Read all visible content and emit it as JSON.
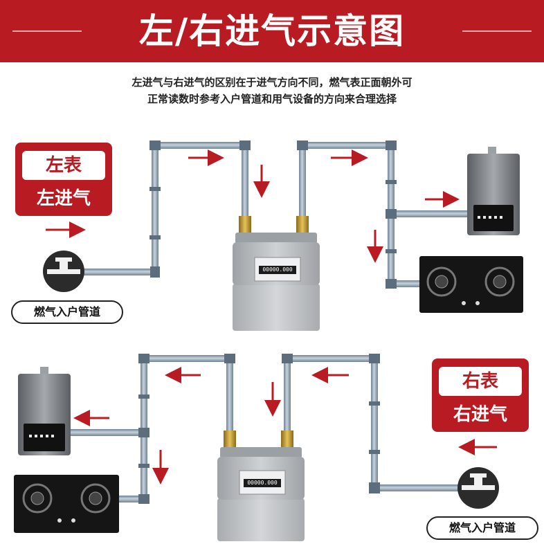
{
  "header": {
    "title": "左/右进气示意图",
    "description_line1": "左进气与右进气的区别在于进气方向不同，燃气表正面朝外可",
    "description_line2": "正常读数时参考入户管道和用气设备的方向来合理选择"
  },
  "left_meter_tag": {
    "type_label": "左表",
    "mode_label": "左进气"
  },
  "right_meter_tag": {
    "type_label": "右表",
    "mode_label": "右进气"
  },
  "inlet_label_top": "燃气入户管道",
  "inlet_label_bottom": "燃气入户管道",
  "meter_counter_top": "00000.000",
  "meter_counter_bottom": "00000.000",
  "colors": {
    "accent": "#b81c22",
    "pipe": "#8ea0b2",
    "meter": "#b9bcbf"
  }
}
